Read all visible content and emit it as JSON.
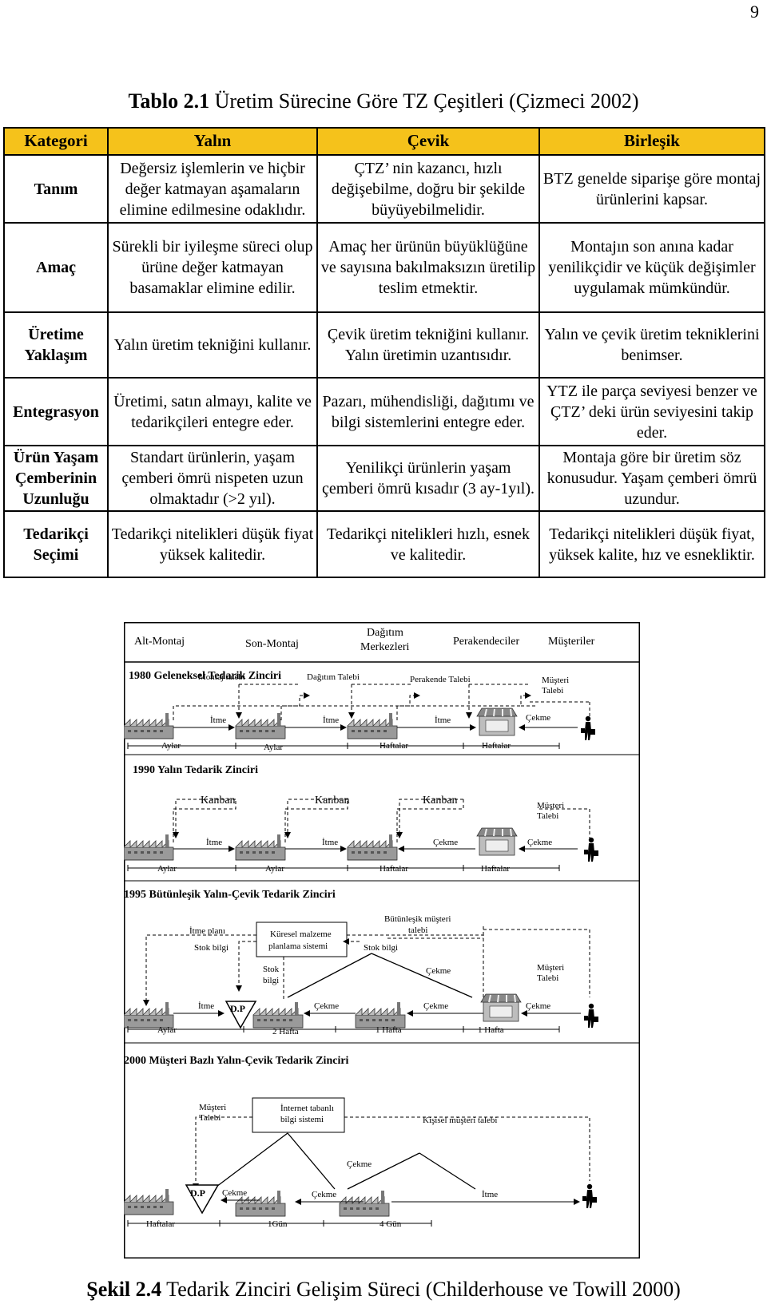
{
  "page_number": "9",
  "table": {
    "caption_bold": "Tablo 2.1",
    "caption_rest": " Üretim Sürecine Göre TZ Çeşitleri (Çizmeci 2002)",
    "headers": [
      "Kategori",
      "Yalın",
      "Çevik",
      "Birleşik"
    ],
    "rows": [
      [
        "Tanım",
        "Değersiz işlemlerin ve hiçbir değer katmayan aşamaların elimine edilmesine odaklıdır.",
        "ÇTZ’ nin kazancı, hızlı değişebilme, doğru bir şekilde büyüyebilmelidir.",
        "BTZ genelde siparişe göre montaj ürünlerini kapsar."
      ],
      [
        "Amaç",
        "Sürekli bir iyileşme süreci olup ürüne değer katmayan basamaklar elimine edilir.",
        "Amaç her ürünün büyüklüğüne ve sayısına bakılmaksızın üretilip teslim etmektir.",
        "Montajın son anına kadar yenilikçidir ve küçük değişimler uygulamak mümkündür."
      ],
      [
        "Üretime Yaklaşım",
        "Yalın üretim tekniğini kullanır.",
        "Çevik üretim tekniğini kullanır. Yalın üretimin uzantısıdır.",
        "Yalın ve çevik üretim tekniklerini benimser."
      ],
      [
        "Entegrasyon",
        "Üretimi, satın almayı, kalite ve tedarikçileri entegre eder.",
        "Pazarı, mühendisliği, dağıtımı ve bilgi sistemlerini entegre eder.",
        "YTZ ile parça seviyesi benzer ve ÇTZ’ deki ürün seviyesini takip eder."
      ],
      [
        "Ürün Yaşam Çemberinin Uzunluğu",
        "Standart ürünlerin, yaşam çemberi ömrü nispeten uzun olmaktadır (>2 yıl).",
        "Yenilikçi ürünlerin yaşam çemberi ömrü kısadır (3 ay-1yıl).",
        "Montaja göre bir üretim söz konusudur. Yaşam çemberi ömrü uzundur."
      ],
      [
        "Tedarikçi Seçimi",
        "Tedarikçi nitelikleri düşük fiyat yüksek kalitedir.",
        "Tedarikçi nitelikleri hızlı, esnek ve kalitedir.",
        "Tedarikçi nitelikleri düşük fiyat, yüksek kalite, hız ve esnekliktir."
      ]
    ]
  },
  "diagram": {
    "stages": [
      "Alt-Montaj",
      "Son-Montaj",
      "Dağıtım Merkezleri",
      "Perakendeciler",
      "Müşteriler"
    ],
    "p1": {
      "title": "1980 Geleneksel Tedarik Zinciri",
      "requests": [
        "Montaj talebi",
        "Dağıtım Talebi",
        "Perakende Talebi",
        "Müşteri Talebi"
      ],
      "flows": [
        "İtme",
        "İtme",
        "İtme",
        "Çekme"
      ],
      "times": [
        "Aylar",
        "Aylar",
        "Haftalar",
        "Haftalar"
      ]
    },
    "p2": {
      "title": "1990 Yalın Tedarik Zinciri",
      "kanban": [
        "Kanban",
        "Kanban",
        "Kanban"
      ],
      "customer": "Müşteri Talebi",
      "flows": [
        "İtme",
        "İtme",
        "Çekme",
        "Çekme"
      ],
      "times": [
        "Aylar",
        "Aylar",
        "Haftalar",
        "Haftalar"
      ]
    },
    "p3": {
      "title": "1995 Bütünleşik Yalın-Çevik Tedarik Zinciri",
      "plan": "İtme planı",
      "stock1": "Stok bilgi",
      "system": "Küresel malzeme planlama sistemi",
      "stock2": "Stok bilgi",
      "integrated": "Bütünleşik müşteri talebi",
      "stock3": "Stok bilgi",
      "pull_mid": "Çekme",
      "customer": "Müşteri Talebi",
      "dp": "D.P",
      "flows": [
        "İtme",
        "Çekme",
        "Çekme",
        "Çekme"
      ],
      "times": [
        "Aylar",
        "2 Hafta",
        "1 Hafta",
        "1 Hafta"
      ]
    },
    "p4": {
      "title": "2000 Müşteri Bazlı Yalın-Çevik Tedarik Zinciri",
      "customer": "Müşteri Talebi",
      "internet": "İnternet tabanlı bilgi sistemi",
      "personal": "Kişisel müşteri talebi",
      "dp": "D.P",
      "pull1": "Çekme",
      "pull2": "Çekme",
      "pull3": "Çekme",
      "push": "İtme",
      "times": [
        "Haftalar",
        "1Gün",
        "4 Gün"
      ]
    }
  },
  "figure_caption": {
    "bold": "Şekil 2.4",
    "rest": " Tedarik Zinciri Gelişim Süreci (Childerhouse ve Towill 2000)"
  }
}
